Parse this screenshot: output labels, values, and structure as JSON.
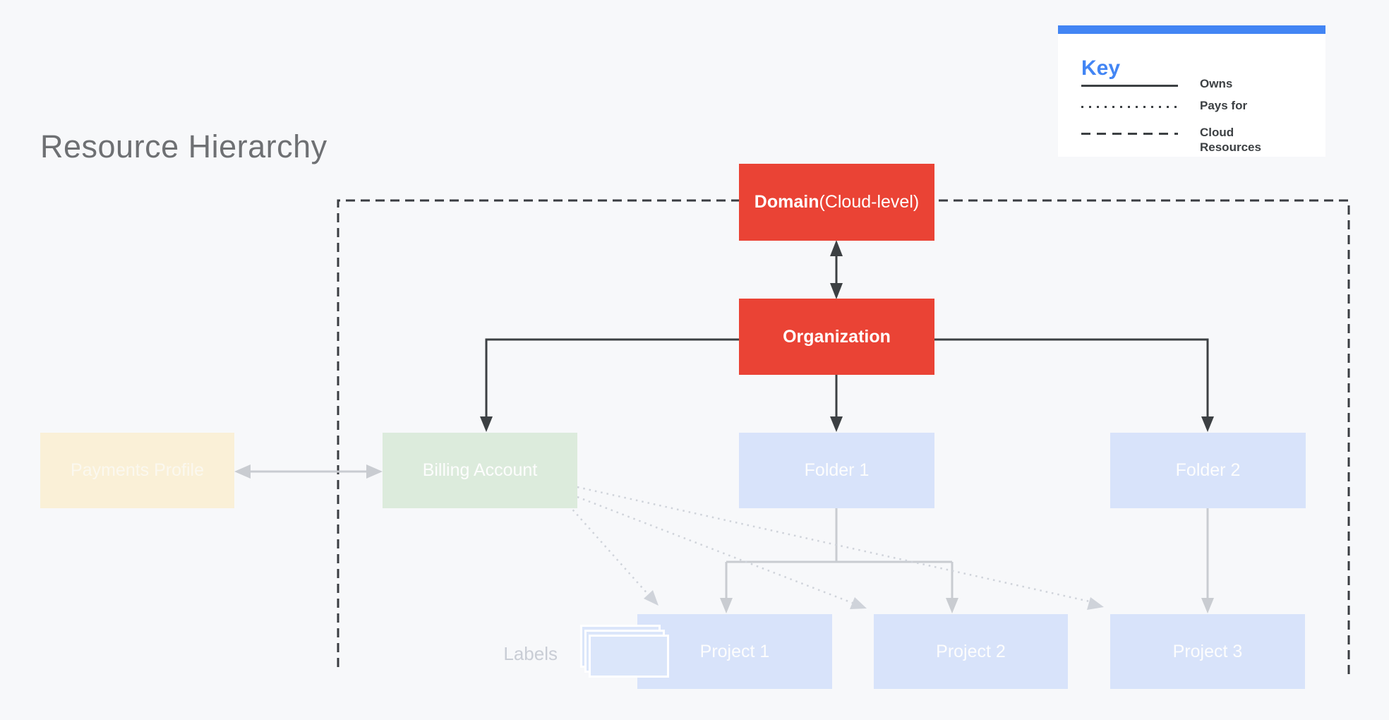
{
  "page": {
    "title": "Resource Hierarchy"
  },
  "legend": {
    "title": "Key",
    "items": [
      {
        "line_style": "solid",
        "label": "Owns"
      },
      {
        "line_style": "dotted",
        "label": "Pays for"
      },
      {
        "line_style": "dashed",
        "label": "Cloud Resources"
      }
    ]
  },
  "nodes": {
    "domain": {
      "name": "Domain",
      "suffix": " (Cloud-level)"
    },
    "organization": {
      "label": "Organization"
    },
    "payments_profile": {
      "label": "Payments Profile"
    },
    "billing_account": {
      "label": "Billing Account"
    },
    "folder_1": {
      "label": "Folder 1"
    },
    "folder_2": {
      "label": "Folder 2"
    },
    "project_1": {
      "label": "Project 1"
    },
    "project_2": {
      "label": "Project 2"
    },
    "project_3": {
      "label": "Project 3"
    }
  },
  "annotations": {
    "labels_caption": "Labels"
  },
  "colors": {
    "background": "#f7f8fa",
    "red_node": "#EA4335",
    "blue_node": "#D8E3FA",
    "green_node": "#DCEBDC",
    "cream_node": "#FAF0D7",
    "legend_accent": "#4285F4",
    "dark_line": "#3c4043",
    "light_line": "#c9ccd1",
    "dotted_line": "#cfd3da",
    "title_gray": "#6e7073"
  }
}
